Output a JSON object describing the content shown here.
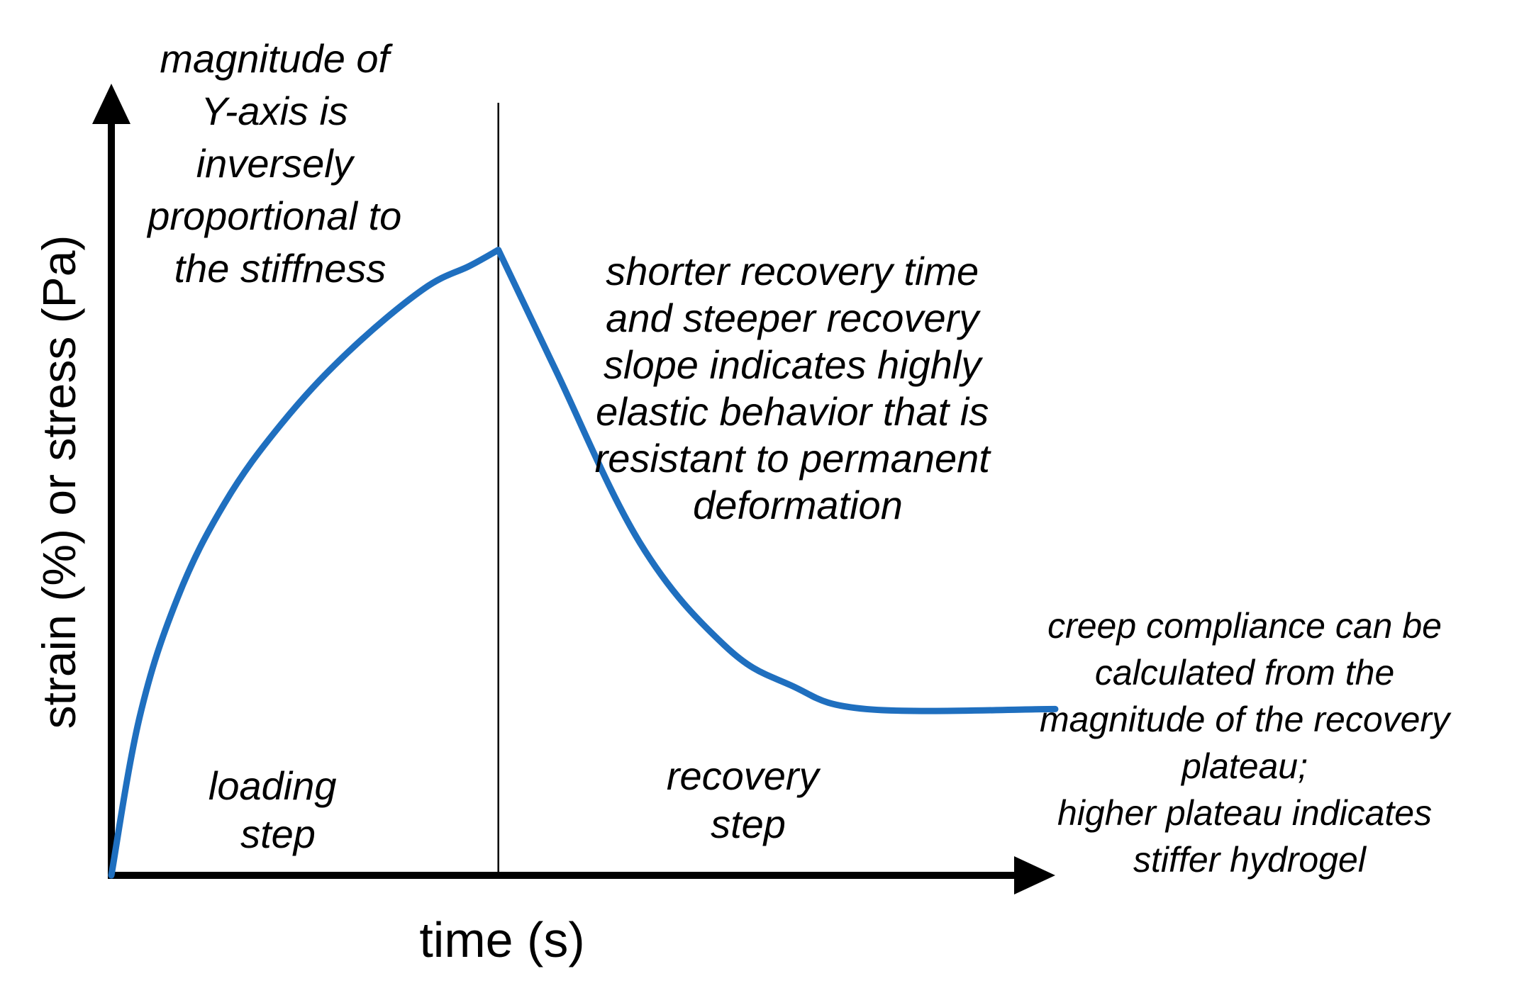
{
  "chart_data": {
    "type": "line",
    "title": "",
    "xlabel": "time (s)",
    "ylabel": "strain (%) or stress (Pa)",
    "grid": false,
    "legend": "none",
    "phase_labels": {
      "loading": [
        "loading",
        "step"
      ],
      "recovery": [
        "recovery",
        "step"
      ]
    },
    "annotations": {
      "stiffness": [
        "magnitude of",
        "Y-axis is",
        "inversely",
        "proportional to",
        "the stiffness"
      ],
      "recovery": [
        "shorter recovery time",
        "and steeper recovery",
        "slope indicates highly",
        "elastic behavior that is",
        "resistant to permanent",
        "deformation"
      ],
      "plateau": [
        "creep compliance can be",
        "calculated from the",
        "magnitude of the recovery",
        "plateau;",
        "higher plateau indicates",
        "stiffer hydrogel"
      ]
    },
    "series": [
      {
        "color": "#1f6fbf",
        "x": [
          0,
          3,
          7,
          12,
          18,
          25,
          33,
          38,
          41,
          47,
          56,
          65,
          72,
          80,
          100
        ],
        "y": [
          0,
          20,
          35,
          47,
          57,
          66,
          74,
          77,
          79,
          64,
          42,
          29,
          24,
          21,
          21
        ]
      }
    ],
    "xlim": [
      0,
      100
    ],
    "ylim": [
      0,
      100
    ],
    "step_boundary_x": 41
  }
}
